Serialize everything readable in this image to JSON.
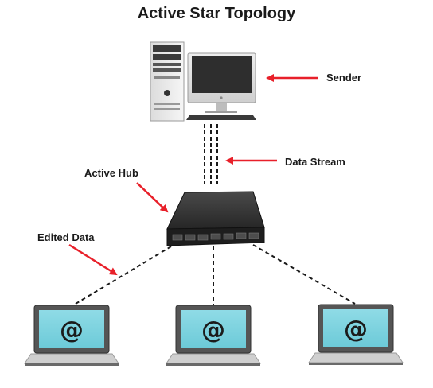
{
  "title": "Active Star Topology",
  "labels": {
    "sender": "Sender",
    "data_stream": "Data Stream",
    "active_hub": "Active Hub",
    "edited_data": "Edited Data"
  },
  "laptop_symbol": "@",
  "icons": {
    "sender": "desktop-computer-icon",
    "hub": "network-hub-icon",
    "client": "laptop-icon"
  },
  "colors": {
    "arrow": "#e8202a",
    "screen": "#7fd3df",
    "hub": "#2a2a2a",
    "cable": "#1a1a1a"
  }
}
